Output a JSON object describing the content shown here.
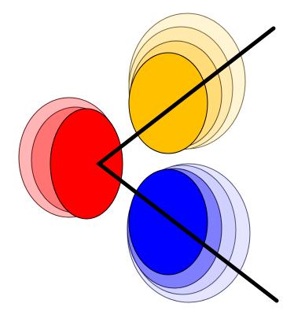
{
  "diagram": {
    "colors": {
      "red": "#ff0000",
      "red_mid": "#ff6b6b",
      "red_light": "#ffadad",
      "yellow": "#ffc000",
      "yellow_mid": "#ffe08a",
      "yellow_light": "#fff2cc",
      "blue": "#0000ff",
      "blue_mid": "#7070ff",
      "blue_light": "#c7c7ff",
      "outline": "#000000",
      "lines": "#000000"
    },
    "groups": [
      {
        "name": "red",
        "layers": 3
      },
      {
        "name": "yellow",
        "layers": 4
      },
      {
        "name": "blue",
        "layers": 4
      }
    ]
  }
}
